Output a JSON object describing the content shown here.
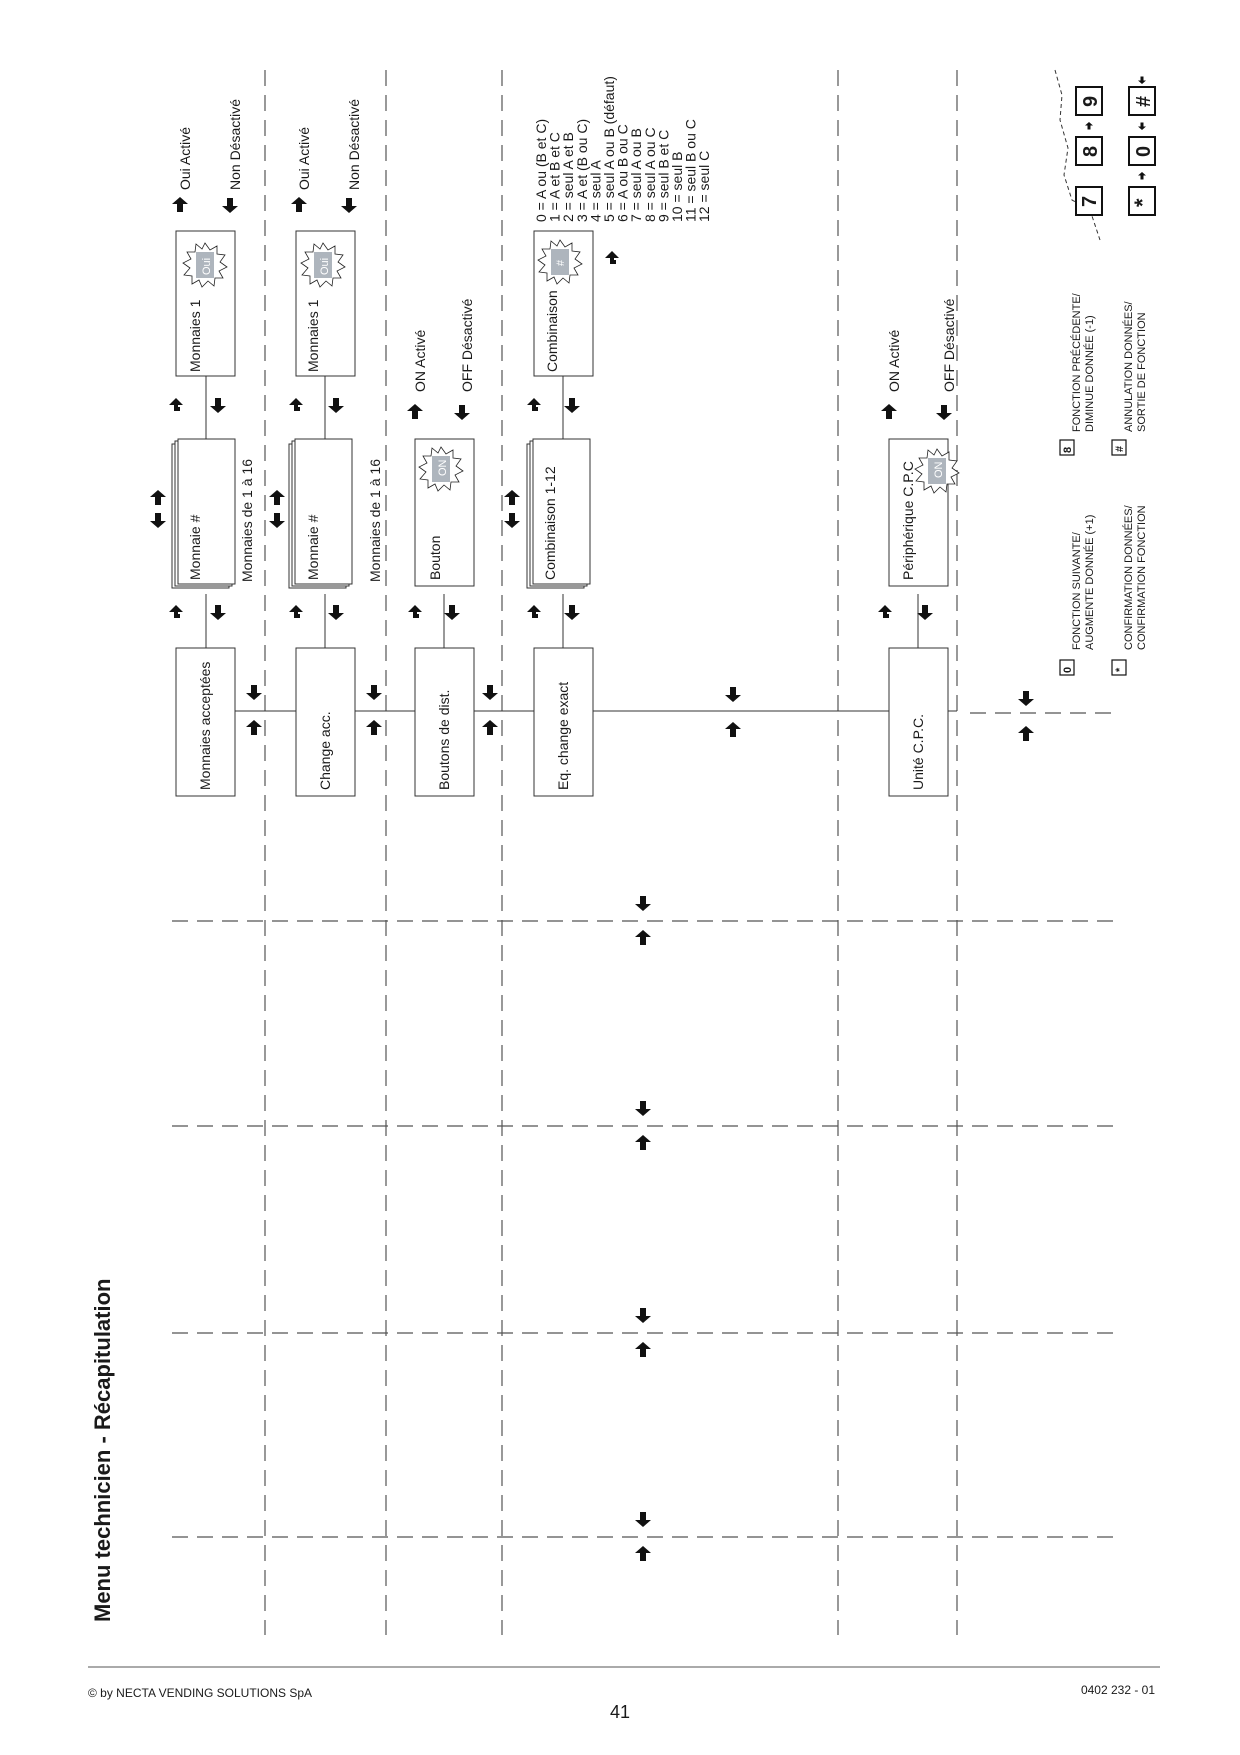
{
  "page_title": "Menu technicien - Récapitulation",
  "main_menu": [
    {
      "label": "Monnaies acceptées"
    },
    {
      "label": "Change acc."
    },
    {
      "label": "Boutons de dist."
    },
    {
      "label": "Eq. change exact"
    },
    {
      "label": "Unité C.P.C."
    }
  ],
  "sub_boxes": [
    {
      "label": "Monnaie  #",
      "note": "Monnaies de 1 à 16"
    },
    {
      "label": "Monnaie  #",
      "note": "Monnaies de 1 à 16"
    },
    {
      "label": "Bouton",
      "badge": "ON"
    },
    {
      "label": "Combinaison 1-12"
    },
    {
      "label": "Périphérique C.P.C",
      "badge": "ON"
    }
  ],
  "third_boxes": [
    {
      "label": "Monnaies 1",
      "badge": "Oui"
    },
    {
      "label": "Monnaies 1",
      "badge": "Oui"
    },
    {
      "label": "Combinaison",
      "badge": "#"
    }
  ],
  "options": {
    "monnaies": {
      "yes": "Oui Activé",
      "no": "Non Désactivé"
    },
    "change": {
      "yes": "Oui Activé",
      "no": "Non Désactivé"
    },
    "boutons": {
      "on": "ON  Activé",
      "off": "OFF Désactivé"
    },
    "cpc": {
      "on": "ON  Activé",
      "off": "OFF Désactivé"
    }
  },
  "combinations": [
    "0 = A ou (B et C)",
    "1 = A et B et C",
    "2 = seul A et B",
    "3 = A et (B ou C)",
    "4 = seul A",
    "5 = seul A ou B (défaut)",
    "6 = A ou B ou C",
    "7 = seul A ou B",
    "8 = seul A ou C",
    "9 = seul B et C",
    "10 = seul B",
    "11 = seul B ou C",
    "12 = seul C"
  ],
  "legend": {
    "items": [
      {
        "key": "0",
        "line1": "FONCTION SUIVANTE/",
        "line2": "AUGMENTE DONNÉE (+1)"
      },
      {
        "key": "8",
        "line1": "FONCTION PRÉCÉDENTE/",
        "line2": "DIMINUE DONNÉE (-1)"
      },
      {
        "key": "*",
        "line1": "CONFIRMATION DONNÉES/",
        "line2": "CONFIRMATION FONCTION"
      },
      {
        "key": "#",
        "line1": "ANNULATION DONNÉES/",
        "line2": "SORTIE DE FONCTION"
      }
    ],
    "keypad_top": [
      "7",
      "8",
      "9"
    ],
    "keypad_bottom": [
      "*",
      "0",
      "#"
    ]
  },
  "footer": {
    "copyright": "© by NECTA VENDING SOLUTIONS SpA",
    "page_number": "41",
    "doc_code": "0402 232 - 01"
  }
}
